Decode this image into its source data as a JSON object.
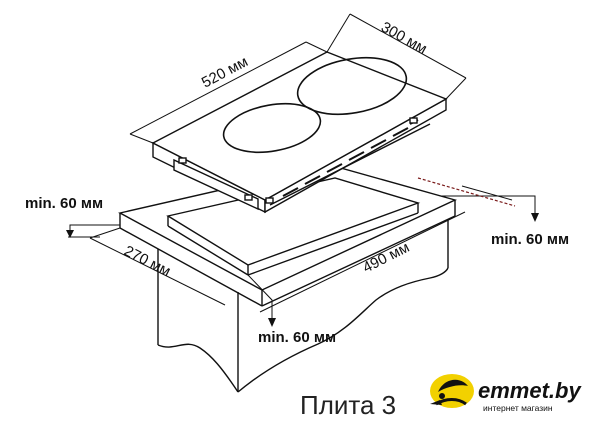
{
  "dimensions": {
    "hob_length": "520 мм",
    "hob_width": "300 мм",
    "min_left": "min. 60 мм",
    "min_right": "min. 60 мм",
    "min_front": "min. 60 мм",
    "cutout_depth": "270 мм",
    "cutout_length": "490 мм"
  },
  "caption": "Плита 3",
  "logo": {
    "name": "emmet.by",
    "tagline": "интернет магазин"
  },
  "colors": {
    "line": "#111111",
    "accent_dash": "#7a1a1a",
    "logo_yellow": "#f2d100"
  }
}
